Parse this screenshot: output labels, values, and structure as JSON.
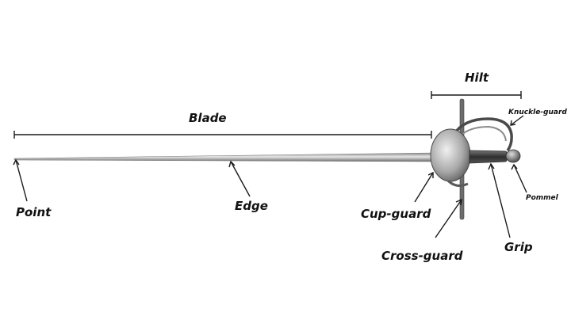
{
  "labels": {
    "hilt": "Hilt",
    "blade": "Blade",
    "knuckle_guard": "Knuckle-guard",
    "pommel": "Pommel",
    "point": "Point",
    "edge": "Edge",
    "cup_guard": "Cup-guard",
    "cross_guard": "Cross-guard",
    "grip": "Grip"
  },
  "colors": {
    "label_text": "#111111",
    "leader_line": "#1a1a1a",
    "steel_light": "#d8d8d8",
    "steel_mid": "#9a9a9a",
    "steel_dark": "#555555",
    "grip_dark": "#3a3a3a",
    "background": "#ffffff"
  }
}
